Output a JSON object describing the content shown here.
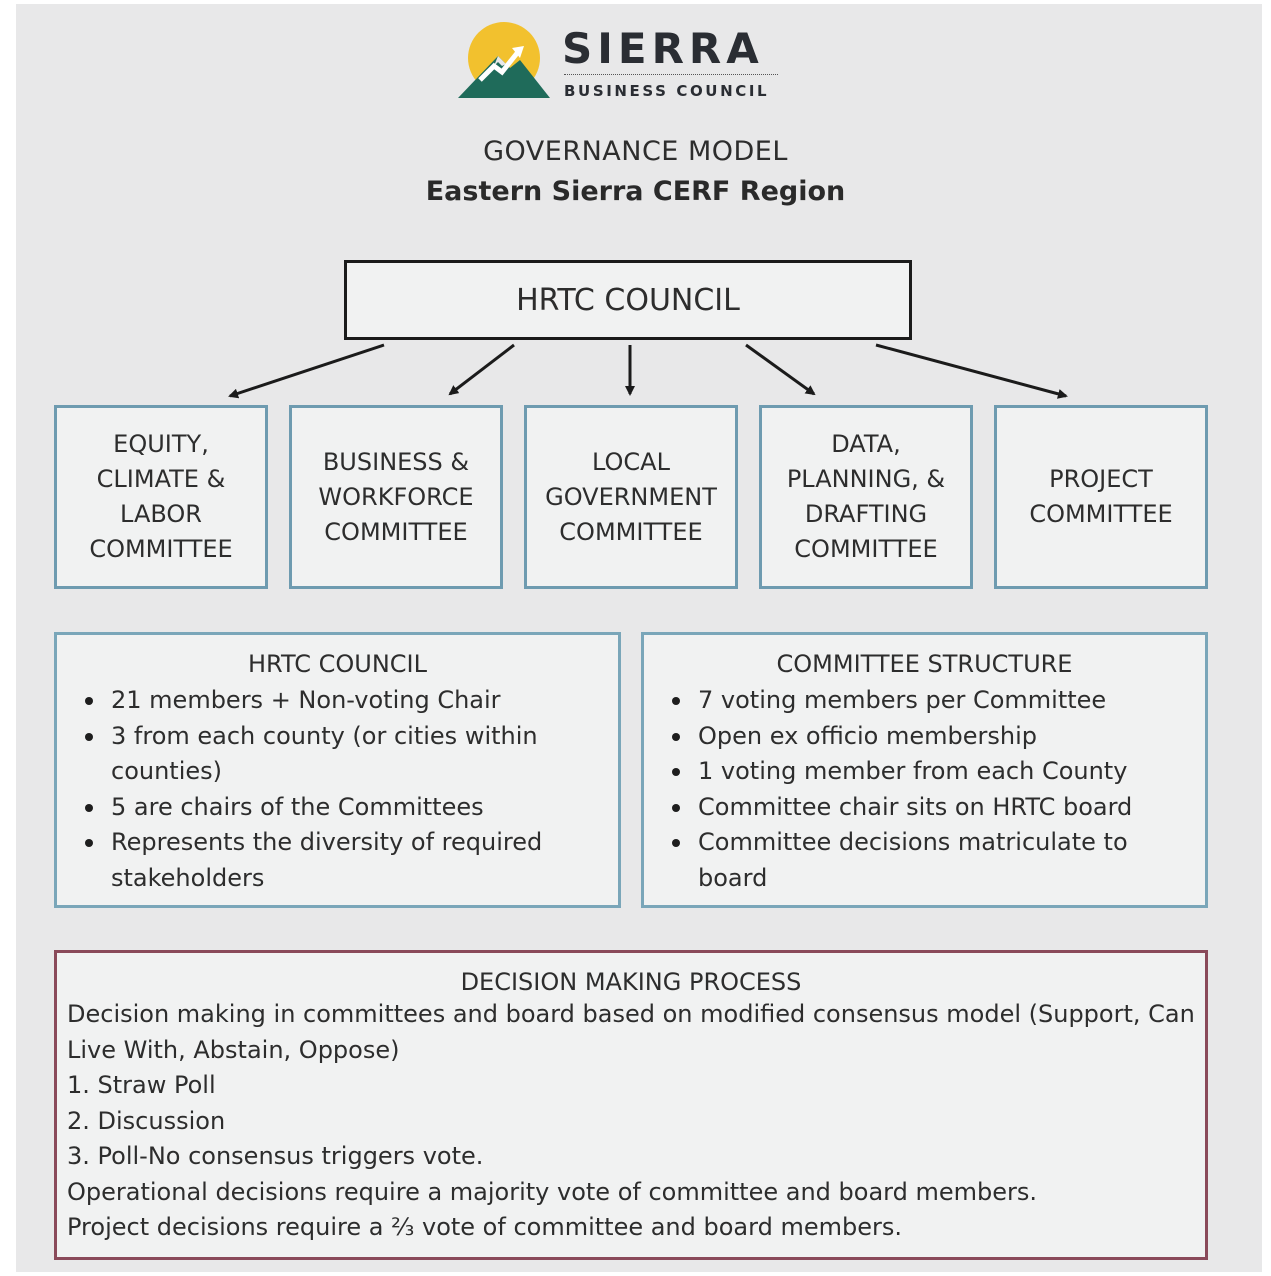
{
  "logo": {
    "name": "SIERRA",
    "subtitle": "BUSINESS COUNCIL",
    "colors": {
      "sun": "#f2c12e",
      "mountain": "#1f6b5a",
      "text": "#2a2d33"
    }
  },
  "header": {
    "title": "GOVERNANCE MODEL",
    "subtitle": "Eastern Sierra CERF Region"
  },
  "council_box": {
    "label": "HRTC COUNCIL"
  },
  "committees": [
    {
      "label": "EQUITY,\nCLIMATE &\nLABOR\nCOMMITTEE"
    },
    {
      "label": "BUSINESS &\nWORKFORCE\nCOMMITTEE"
    },
    {
      "label": "LOCAL\nGOVERNMENT\nCOMMITTEE"
    },
    {
      "label": "DATA,\nPLANNING, &\nDRAFTING\nCOMMITTEE"
    },
    {
      "label": "PROJECT\nCOMMITTEE"
    }
  ],
  "council_panel": {
    "title": "HRTC COUNCIL",
    "items": [
      "21 members + Non-voting Chair",
      "3 from each county (or cities within counties)",
      "5 are chairs of the Committees",
      "Represents the diversity of required stakeholders"
    ]
  },
  "committee_panel": {
    "title": "COMMITTEE STRUCTURE",
    "items": [
      "7 voting members per Committee",
      "Open ex officio membership",
      "1 voting member from each County",
      "Committee chair sits on HRTC board",
      "Committee decisions matriculate to board"
    ]
  },
  "decision_panel": {
    "title": "DECISION MAKING PROCESS",
    "lines": [
      "Decision making in committees and board based on modified consensus model (Support, Can Live With, Abstain, Oppose)",
      "1. Straw Poll",
      "2. Discussion",
      "3. Poll-No consensus triggers vote.",
      "Operational decisions require a majority vote of committee and board members.",
      "Project decisions require a ⅔ vote of committee and board members."
    ]
  },
  "colors": {
    "background": "#e8e8e9",
    "committee_border": "#6e9bb0",
    "decision_border": "#8a4a5a"
  }
}
